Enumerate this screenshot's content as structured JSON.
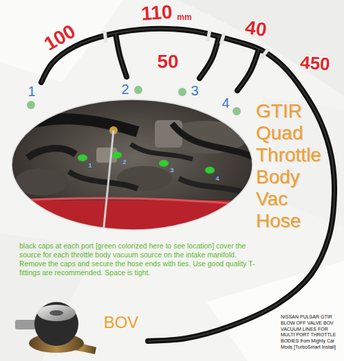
{
  "diagram": {
    "title": "GTIR Quad Throttle Body Vac Hose",
    "caption": "NISSAN PULSAR GTIR BLOW OFF VALVE BOV VACUUM LINES FOR MULTI PORT THROTTLE BODIES from Mighty Car Mods [TurboSmart Install]",
    "labels": [
      "100",
      "110",
      "mm",
      "40",
      "450",
      "50",
      "1",
      "2",
      "3",
      "4",
      "1",
      "2",
      "3",
      "4",
      "BOV",
      "black caps at each port [green colorized here to see location] cover the source for each throttle body vacuum source on the intake manifold. Remove the caps and secure the hose ends with ties. Use good quality T-fittings are recommended. Space is tight."
    ]
  }
}
